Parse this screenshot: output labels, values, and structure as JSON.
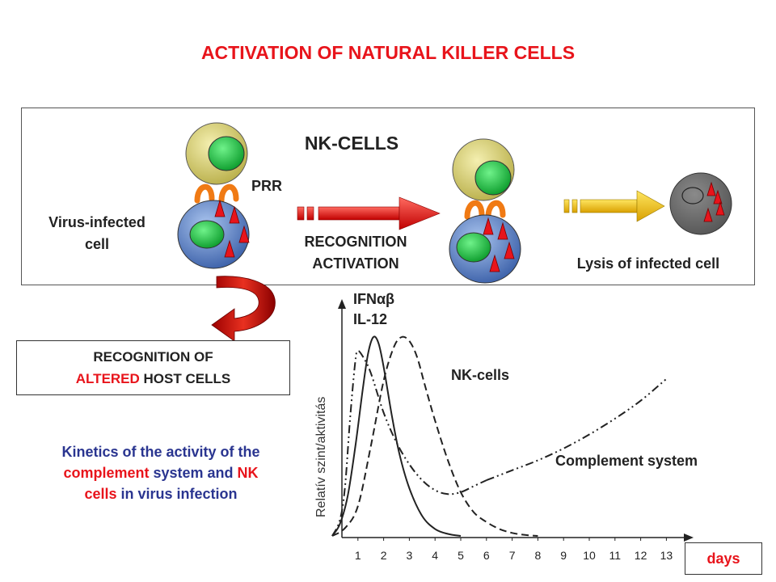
{
  "title": "ACTIVATION OF NATURAL KILLER CELLS",
  "panel": {
    "nk_cells_label": "NK-CELLS",
    "prr_label": "PRR",
    "virus_infected_line1": "Virus-infected",
    "virus_infected_line2": "cell",
    "recognition_line1": "RECOGNITION",
    "recognition_line2": "ACTIVATION",
    "lysis_label": "Lysis of infected cell"
  },
  "recognition_box": {
    "line1": "RECOGNITION OF",
    "line2_red": "ALTERED",
    "line2_rest": " HOST CELLS"
  },
  "kinetics": {
    "p1": "Kinetics of the activity of the",
    "p2_red": "complement",
    "p3": " system and ",
    "p4_red": "NK",
    "p5_red": "cells",
    "p6": " in virus infection"
  },
  "colors": {
    "title_red": "#e8141b",
    "text_blue": "#2a3590",
    "nk_cell_outer": "#d9d270",
    "nucleus_green": "#12c53a",
    "infected_cell_blue": "#5d84c8",
    "virus_red": "#e8141b",
    "lysed_cell_gray": "#6b6b6b",
    "receptor_orange": "#f07a14",
    "activation_arrow_red": "#e8141b",
    "lysis_arrow_yellow": "#f2c40a"
  },
  "icons": [
    "nk-cell-icon",
    "infected-cell-icon",
    "receptor-icon",
    "virus-particle-icon",
    "lysed-cell-icon",
    "curved-arrow-icon"
  ],
  "chart_data": {
    "type": "line",
    "ylabel": "Relatív szint/aktivitás",
    "xlabel": "days",
    "x_ticks": [
      "1",
      "2",
      "3",
      "4",
      "5",
      "6",
      "7",
      "8",
      "9",
      "10",
      "11",
      "12",
      "13"
    ],
    "xlim": [
      0,
      14
    ],
    "ylim": [
      0,
      1
    ],
    "annotations": {
      "ifn": "IFNαβ",
      "il12": "IL-12",
      "nk_cells": "NK-cells",
      "complement": "Complement system"
    },
    "series": [
      {
        "name": "IFNαβ",
        "style": "solid",
        "x": [
          0,
          0.3,
          0.6,
          0.9,
          1.2,
          1.4,
          1.6,
          1.8,
          2.0,
          2.3,
          2.6,
          3.0,
          3.5,
          4.0,
          4.5,
          5.0
        ],
        "y": [
          0,
          0.06,
          0.2,
          0.45,
          0.75,
          0.92,
          1.0,
          0.97,
          0.85,
          0.62,
          0.42,
          0.24,
          0.1,
          0.035,
          0.01,
          0
        ]
      },
      {
        "name": "IL-12",
        "style": "dash-dot-dot",
        "x": [
          0,
          0.3,
          0.5,
          0.7,
          0.9,
          1.0,
          1.2,
          1.5,
          2.0,
          2.5,
          3.0,
          3.5,
          4.0,
          4.5,
          5.0,
          5.5,
          6.0
        ],
        "y": [
          0,
          0.08,
          0.25,
          0.6,
          0.88,
          0.93,
          0.9,
          0.82,
          0.62,
          0.47,
          0.36,
          0.28,
          0.23,
          0.21,
          0.22,
          0.25,
          0.28
        ]
      },
      {
        "name": "Complement system",
        "style": "dash-dot-dot",
        "x": [
          6.0,
          7.0,
          8.0,
          9.0,
          10.0,
          11.0,
          12.0,
          13.0
        ],
        "y": [
          0.28,
          0.33,
          0.38,
          0.44,
          0.51,
          0.59,
          0.68,
          0.79
        ]
      },
      {
        "name": "NK-cells",
        "style": "dashed",
        "x": [
          0,
          0.5,
          1.0,
          1.5,
          2.0,
          2.4,
          2.7,
          3.0,
          3.3,
          3.6,
          4.0,
          4.5,
          5.0,
          5.5,
          6.0,
          6.5,
          7.0,
          7.5,
          8.0
        ],
        "y": [
          0,
          0.04,
          0.15,
          0.45,
          0.78,
          0.95,
          1.0,
          0.98,
          0.9,
          0.76,
          0.58,
          0.38,
          0.22,
          0.12,
          0.07,
          0.035,
          0.015,
          0.005,
          0
        ]
      }
    ]
  }
}
